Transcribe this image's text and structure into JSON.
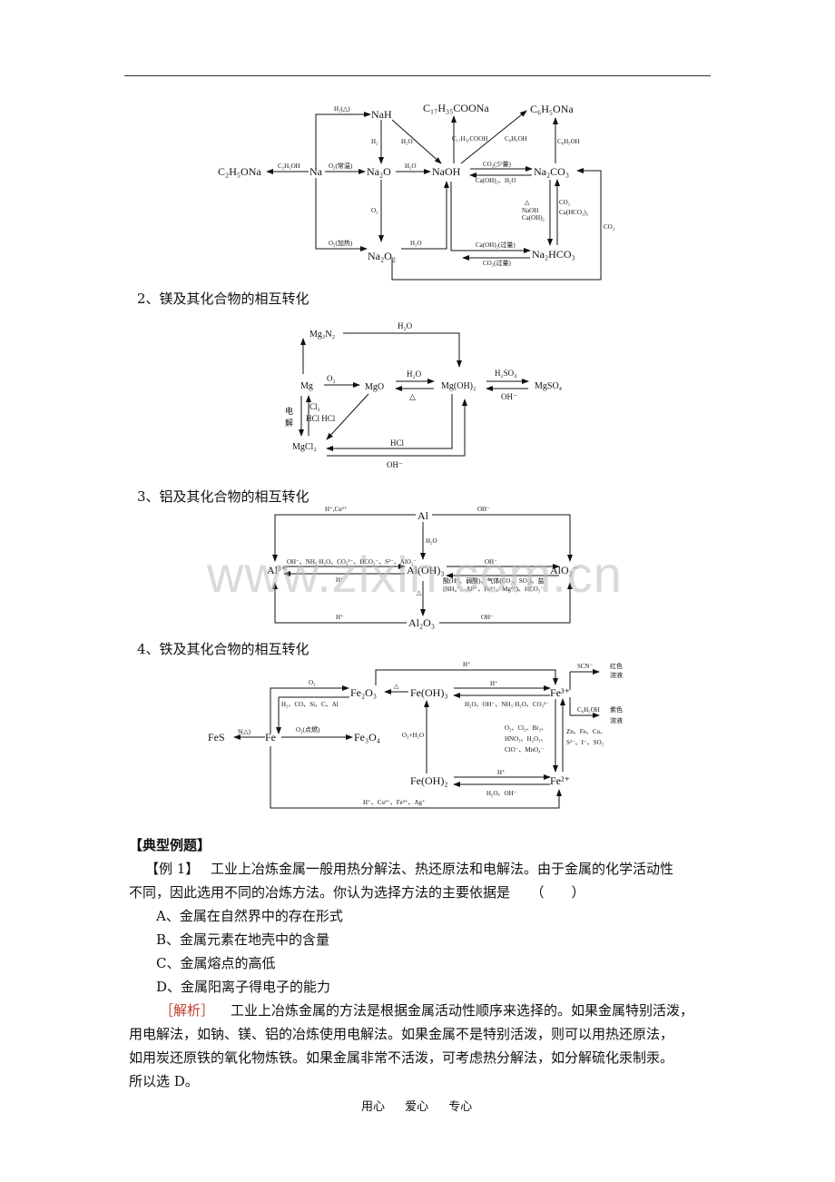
{
  "diagram_na": {
    "nodes": {
      "nah": "NaH",
      "c2h5ona": "C₂H₅ONa",
      "na": "Na",
      "na2o": "Na₂O",
      "naoh": "NaOH",
      "na2o2": "Na₂O₂",
      "c17": "C₁₇H₃₅COONa",
      "c6h5ona": "C₆H₅ONa",
      "na2co3": "Na₂CO₃",
      "nahco3": "Na₂HCO₃"
    },
    "labels": {
      "h2_heat": "H₂(△)",
      "c2h5oh": "C₂H₅OH",
      "o2_rt": "O₂(常温)",
      "h2o_a": "H₂O",
      "h2": "H₂",
      "h2o_b": "H₂O",
      "o2": "O₂",
      "o2_heat": "O₂(加热)",
      "h2o_c": "H₂O",
      "c17acid": "C₁₇H₃₅COOH",
      "c6h5oh_a": "C₆H₅OH",
      "c6h5oh_b": "C₆H₅OH",
      "co2_less": "CO₂(少量)",
      "caoh_h2o": "Ca(OH)₂、H₂O",
      "heat": "△",
      "naoh_lbl": "NaOH",
      "caoh2": "Ca(OH)₂",
      "co2_a": "CO₂",
      "cahco3": "Ca(HCO₃)₂",
      "co2_b": "CO₂",
      "caoh_excess": "Ca(OH)₂(过量)",
      "co2_excess": "CO₂(过量)"
    }
  },
  "heading_mg": "2、镁及其化合物的相互转化",
  "diagram_mg": {
    "nodes": {
      "mg3n2": "Mg₃N₂",
      "mg": "Mg",
      "mgo": "MgO",
      "mgoh2": "Mg(OH)₂",
      "mgso4": "MgSO₄",
      "mgcl2": "MgCl₂"
    },
    "labels": {
      "h2o_top": "H₂O",
      "o2": "O₂",
      "h2o": "H₂O",
      "heat": "△",
      "h2so4": "H₂SO₄",
      "oh_a": "OH⁻",
      "dian": "电",
      "jie": "解",
      "cl2": "Cl₂",
      "hcl_hcl": "HCl HCl",
      "hcl": "HCl",
      "oh_b": "OH⁻"
    }
  },
  "heading_al": "3、铝及其化合物的相互转化",
  "diagram_al": {
    "nodes": {
      "al": "Al",
      "al3": "Al³⁺",
      "aloh3": "Al(OH)₃",
      "alo2": "AlO₂⁻",
      "al2o3": "Al₂O₃"
    },
    "labels": {
      "h_cu": "H⁺,Cu²⁺",
      "oh_top": "OH⁻",
      "h2o": "H₂O",
      "left_reagents": "OH⁻、NH₃·H₂O、CO₃²⁻、HCO₃⁻、S²⁻、AlO₂⁻",
      "h_left": "H⁺",
      "oh_right": "OH⁻",
      "acid_1": "酸(H⁺、弱酸)、气体(CO₂、SO₂)、盐",
      "acid_2": "(NH₄⁺、Al³⁺、Fe³⁺、Mg²⁺)、HCO₃⁻",
      "heat": "△",
      "h_bottom": "H⁺",
      "oh_bottom": "OH⁻"
    }
  },
  "heading_fe": "4、铁及其化合物的相互转化",
  "diagram_fe": {
    "nodes": {
      "fe2o3": "Fe₂O₃",
      "feoh3": "Fe(OH)₃",
      "fe3": "Fe³⁺",
      "fes": "FeS",
      "fe": "Fe",
      "fe3o4": "Fe₃O₄",
      "feoh2": "Fe(OH)₂",
      "fe2": "Fe²⁺"
    },
    "labels": {
      "h_top": "H⁺",
      "scn": "SCN⁻",
      "red_1": "红色",
      "red_2": "溶液",
      "purple_1": "紫色",
      "purple_2": "溶液",
      "c6h5oh": "C₆H₅OH",
      "o2": "O₂",
      "reductants": "H₂、CO、Si、C、Al",
      "heat": "△",
      "h_mid": "H⁺",
      "bases": "H₂O、OH⁻、NH₃·H₂O、CO₃²⁻",
      "s_heat": "S(△)",
      "o2_burn": "O₂(点燃)",
      "o2_h2o": "O₂+H₂O",
      "ox_1": "O₂、Cl₂、Br₂、",
      "ox_2": "HNO₃、H₂O₂、",
      "ox_3": "ClO⁻、MnO₄⁻",
      "red_a": "Zn、Fe、Cu、",
      "red_b": "S²⁻、I⁻、SO₂",
      "h_low": "H⁺",
      "h2o_oh": "H₂O、OH⁻",
      "bottom": "H⁺、Cu²⁺、Fe³⁺、Ag⁺"
    }
  },
  "section_title": "【典型例题】",
  "example": {
    "label": "【例 1】",
    "line1": "工业上冶炼金属一般用热分解法、热还原法和电解法。由于金属的化学活动性",
    "line2": "不同，因此选用不同的冶炼方法。你认为选择方法的主要依据是　　（　　）",
    "options": [
      "A、金属在自然界中的存在形式",
      "B、金属元素在地壳中的含量",
      "C、金属熔点的高低",
      "D、金属阳离子得电子的能力"
    ]
  },
  "analysis": {
    "label": "［解析］",
    "line1": "工业上冶炼金属的方法是根据金属活动性顺序来选择的。如果金属特别活泼，",
    "line2": "用电解法，如钠、镁、铝的冶炼使用电解法。如果金属不是特别活泼，则可以用热还原法，",
    "line3": "如用炭还原铁的氧化物炼铁。如果金属非常不活泼，可考虑热分解法，如分解硫化汞制汞。",
    "line4": "所以选 D。"
  },
  "watermark": "www.zixin.com.cn",
  "footer": "用心 爱心 专心"
}
